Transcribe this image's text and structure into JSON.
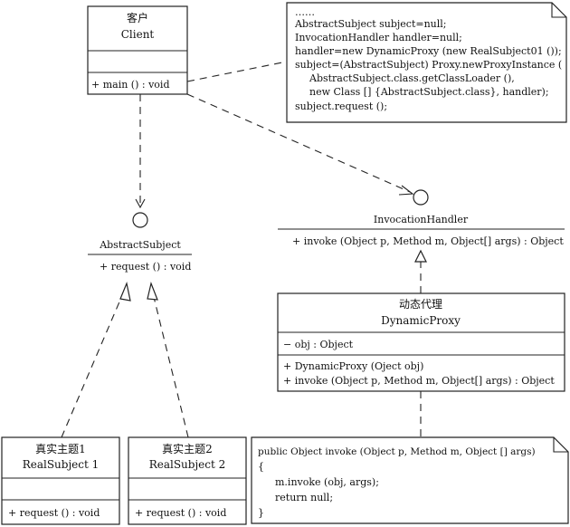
{
  "client": {
    "zh": "客户",
    "en": "Client",
    "method": "+ main () : void"
  },
  "note_client": {
    "lines": [
      "……",
      "AbstractSubject subject=null;",
      "InvocationHandler handler=null;",
      "handler=new DynamicProxy (new RealSubject01 ());",
      "subject=(AbstractSubject) Proxy.newProxyInstance (",
      "AbstractSubject.class.getClassLoader (),",
      "new Class [] {AbstractSubject.class},  handler);",
      "subject.request ();"
    ]
  },
  "abstract_subject": {
    "name": "AbstractSubject",
    "method": "+ request () : void"
  },
  "invocation_handler": {
    "name": "InvocationHandler",
    "method": "+ invoke (Object p, Method m, Object[] args) : Object"
  },
  "dynamic_proxy": {
    "zh": "动态代理",
    "en": "DynamicProxy",
    "attribute": "− obj : Object",
    "methods": [
      "+ DynamicProxy (Oject obj)",
      "+ invoke (Object p, Method m, Object[] args) : Object"
    ]
  },
  "note_proxy": {
    "lines": [
      "public Object invoke (Object p,  Method m,  Object [] args)",
      "{",
      "m.invoke (obj,  args);",
      "return null;",
      "}"
    ]
  },
  "real_subject_1": {
    "zh": "真实主题1",
    "en": "RealSubject 1",
    "method": "+ request () : void"
  },
  "real_subject_2": {
    "zh": "真实主题2",
    "en": "RealSubject 2",
    "method": "+ request () : void"
  }
}
